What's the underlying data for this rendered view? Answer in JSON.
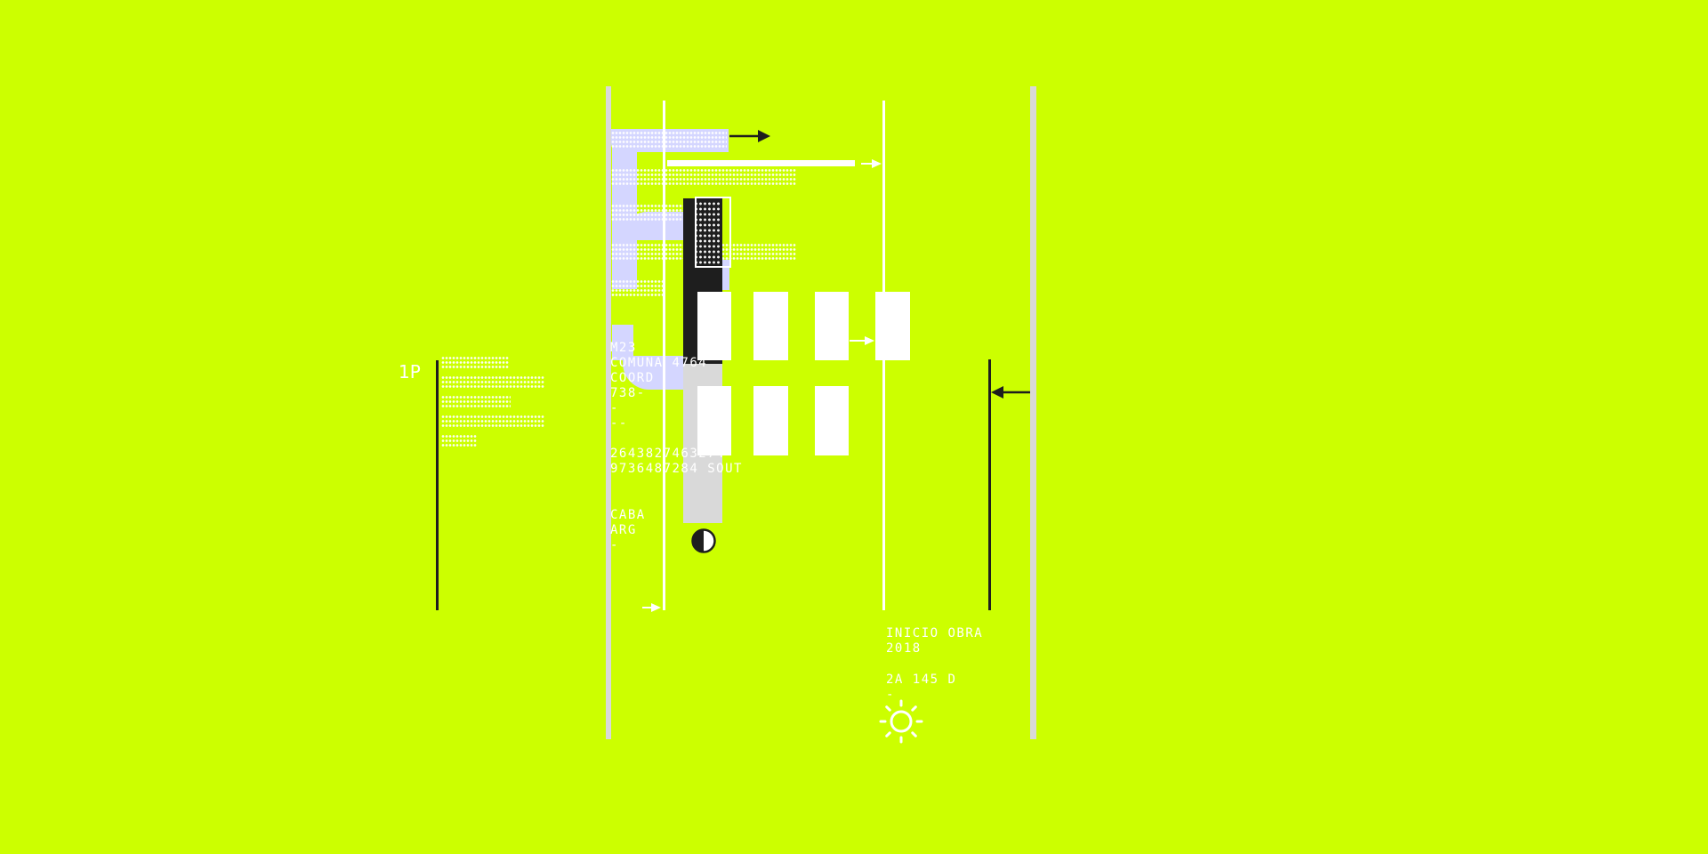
{
  "colors": {
    "background": "#ccff00",
    "white": "#ffffff",
    "dark": "#1e1e1e",
    "light_gray": "#d9d9d9",
    "lavender": "#d4d6ff"
  },
  "left_panel": {
    "label": "1P"
  },
  "info_block": {
    "line1": "M23",
    "line2": "COMUNA 4764",
    "line3": "COORD",
    "line4": "738-",
    "line5": "-",
    "line6": "--",
    "line7": "2643827463274",
    "line8": "9736487284 SOUT",
    "line9": "CABA",
    "line10": "ARG",
    "line11": "-"
  },
  "bottom_block": {
    "line1": "INICIO OBRA",
    "line2": "2018",
    "line3": "2A 145 D",
    "line4": "-"
  },
  "icons": {
    "contrast": "half-circle-contrast-icon",
    "sun": "sun-icon",
    "arrows": "arrow-icon"
  }
}
